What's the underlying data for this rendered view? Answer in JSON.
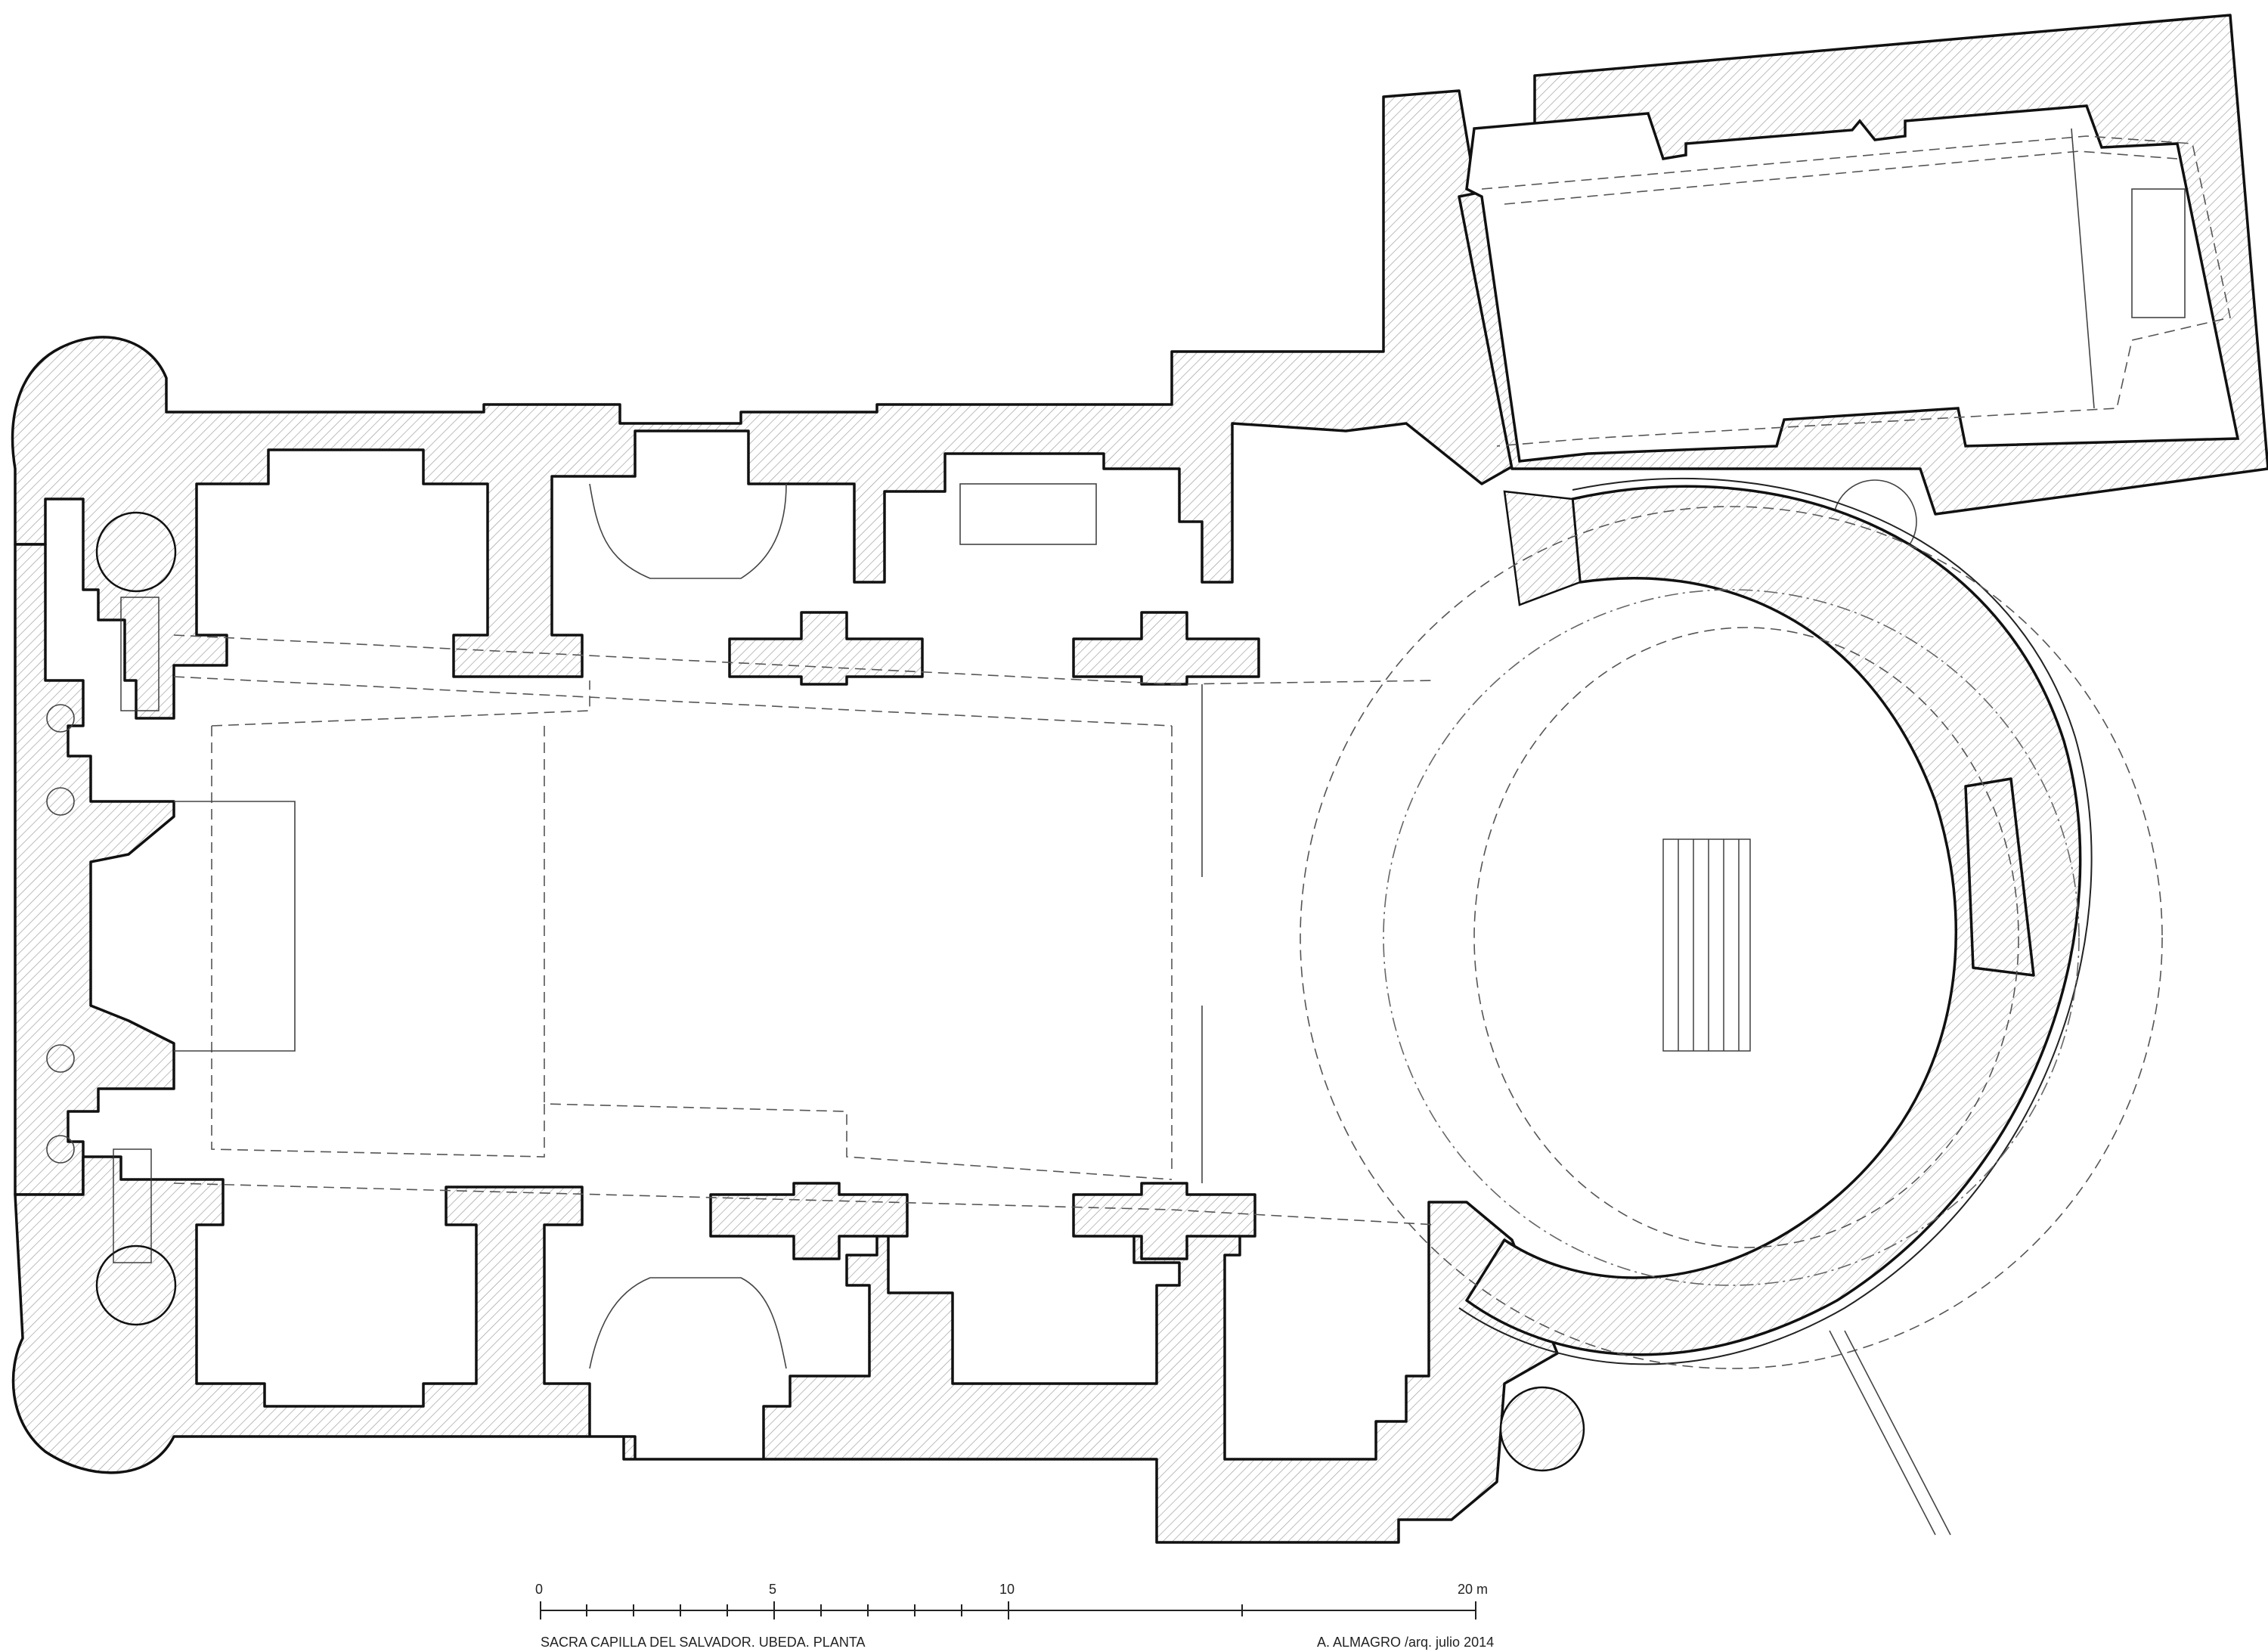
{
  "drawing": {
    "title": "SACRA CAPILLA DEL SALVADOR. UBEDA. PLANTA",
    "author": "A. ALMAGRO /arq. julio 2014"
  },
  "scale_bar": {
    "labels": [
      "0",
      "5",
      "10",
      "20 m"
    ]
  }
}
